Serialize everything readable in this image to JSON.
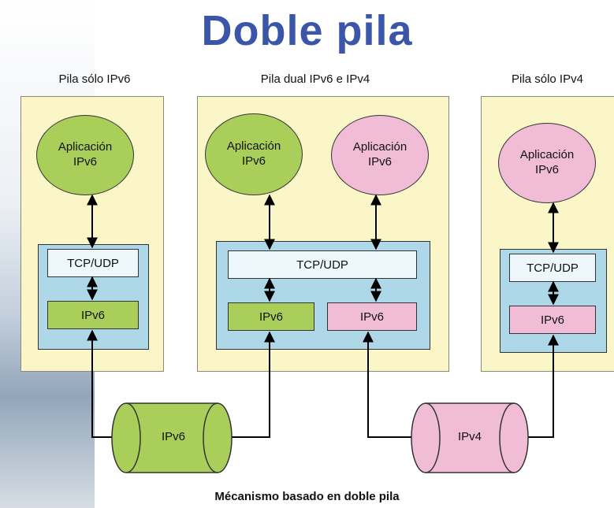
{
  "title": "Doble pila",
  "stacks": [
    {
      "label": "Pila sólo IPv6"
    },
    {
      "label": "Pila dual IPv6 e IPv4"
    },
    {
      "label": "Pila sólo IPv4"
    }
  ],
  "app_line1": "Aplicación",
  "app_line2": "IPv6",
  "transport": "TCP/UDP",
  "network": "IPv6",
  "tubes": [
    {
      "label": "IPv6",
      "color": "#a9cf5a"
    },
    {
      "label": "IPv4",
      "color": "#f0bcd6"
    }
  ],
  "caption": "Mécanismo basado en doble pila",
  "colors": {
    "title": "#3b55a8",
    "panel": "#fbf6c8",
    "stack_box": "#aed7e8",
    "ipv6": "#a9cf5a",
    "ipv4": "#f0bcd6"
  }
}
